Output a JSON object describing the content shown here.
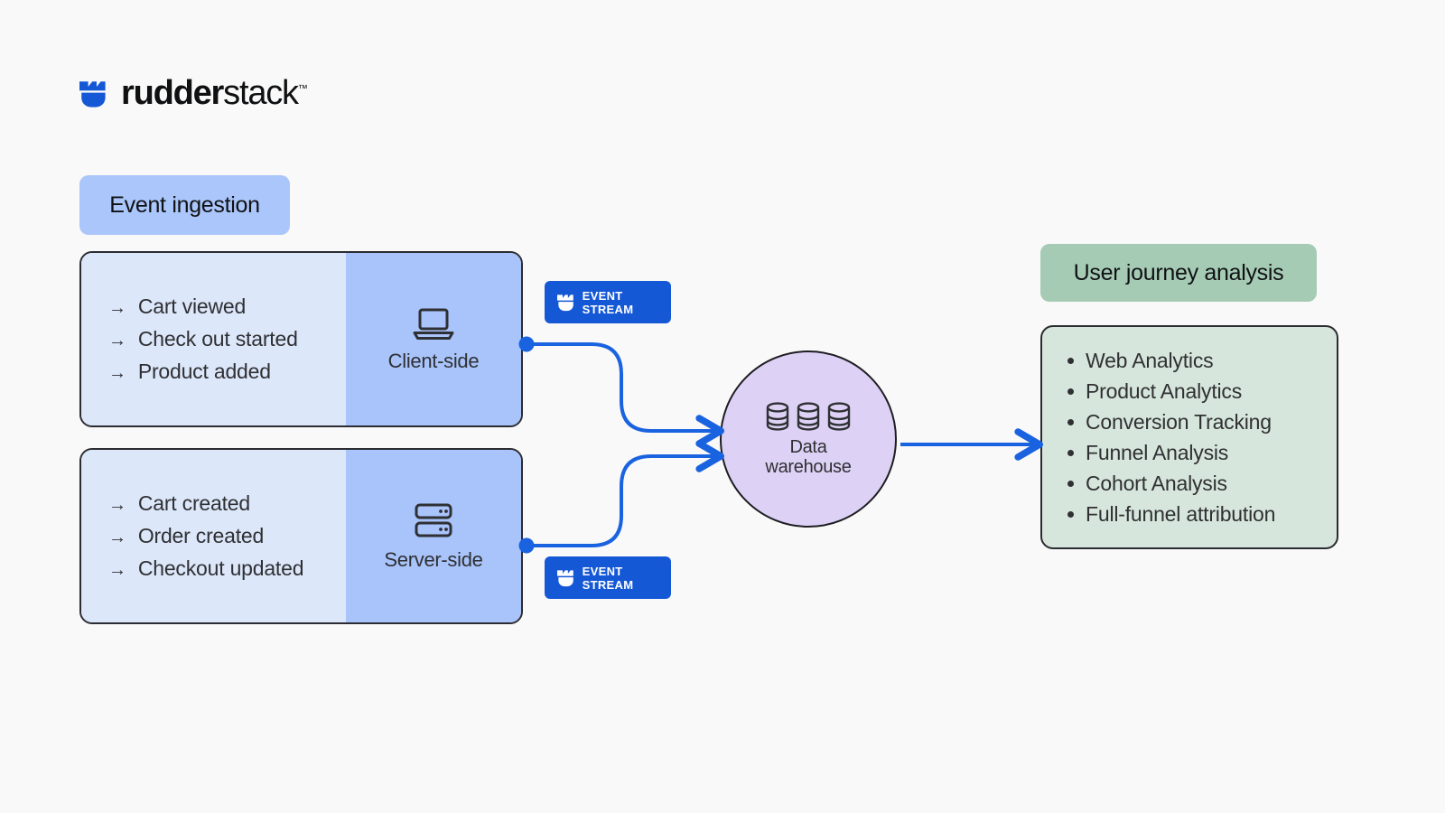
{
  "brand": {
    "logo_icon": "rudderstack-logo-icon",
    "name_bold": "rudder",
    "name_light": "stack",
    "trademark": "™"
  },
  "colors": {
    "background": "#f9f9f9",
    "accent_blue": "#1558d6",
    "badge_blue": "#aac6fa",
    "card_left_blue": "#dce7fa",
    "card_right_blue": "#a8c4fb",
    "badge_green": "#a5cbb5",
    "panel_green": "#d7e6dc",
    "warehouse_lavender": "#ddd2f5",
    "outline": "#2b2b32"
  },
  "ingestion": {
    "badge_label": "Event ingestion",
    "sources": [
      {
        "id": "client-side",
        "caption": "Client-side",
        "icon": "laptop-icon",
        "events": [
          "Cart viewed",
          "Check out started",
          "Product added"
        ],
        "arrow_glyph": "→",
        "pill": {
          "label": "EVENT STREAM",
          "icon": "rudderstack-logo-icon"
        }
      },
      {
        "id": "server-side",
        "caption": "Server-side",
        "icon": "server-rack-icon",
        "events": [
          "Cart created",
          "Order created",
          "Checkout updated"
        ],
        "arrow_glyph": "→",
        "pill": {
          "label": "EVENT STREAM",
          "icon": "rudderstack-logo-icon"
        }
      }
    ]
  },
  "warehouse": {
    "icon": "database-stack-icon",
    "caption_line1": "Data",
    "caption_line2": "warehouse"
  },
  "analysis": {
    "badge_label": "User journey analysis",
    "items": [
      "Web Analytics",
      "Product Analytics",
      "Conversion Tracking",
      "Funnel Analysis",
      "Cohort Analysis",
      "Full-funnel attribution"
    ]
  }
}
